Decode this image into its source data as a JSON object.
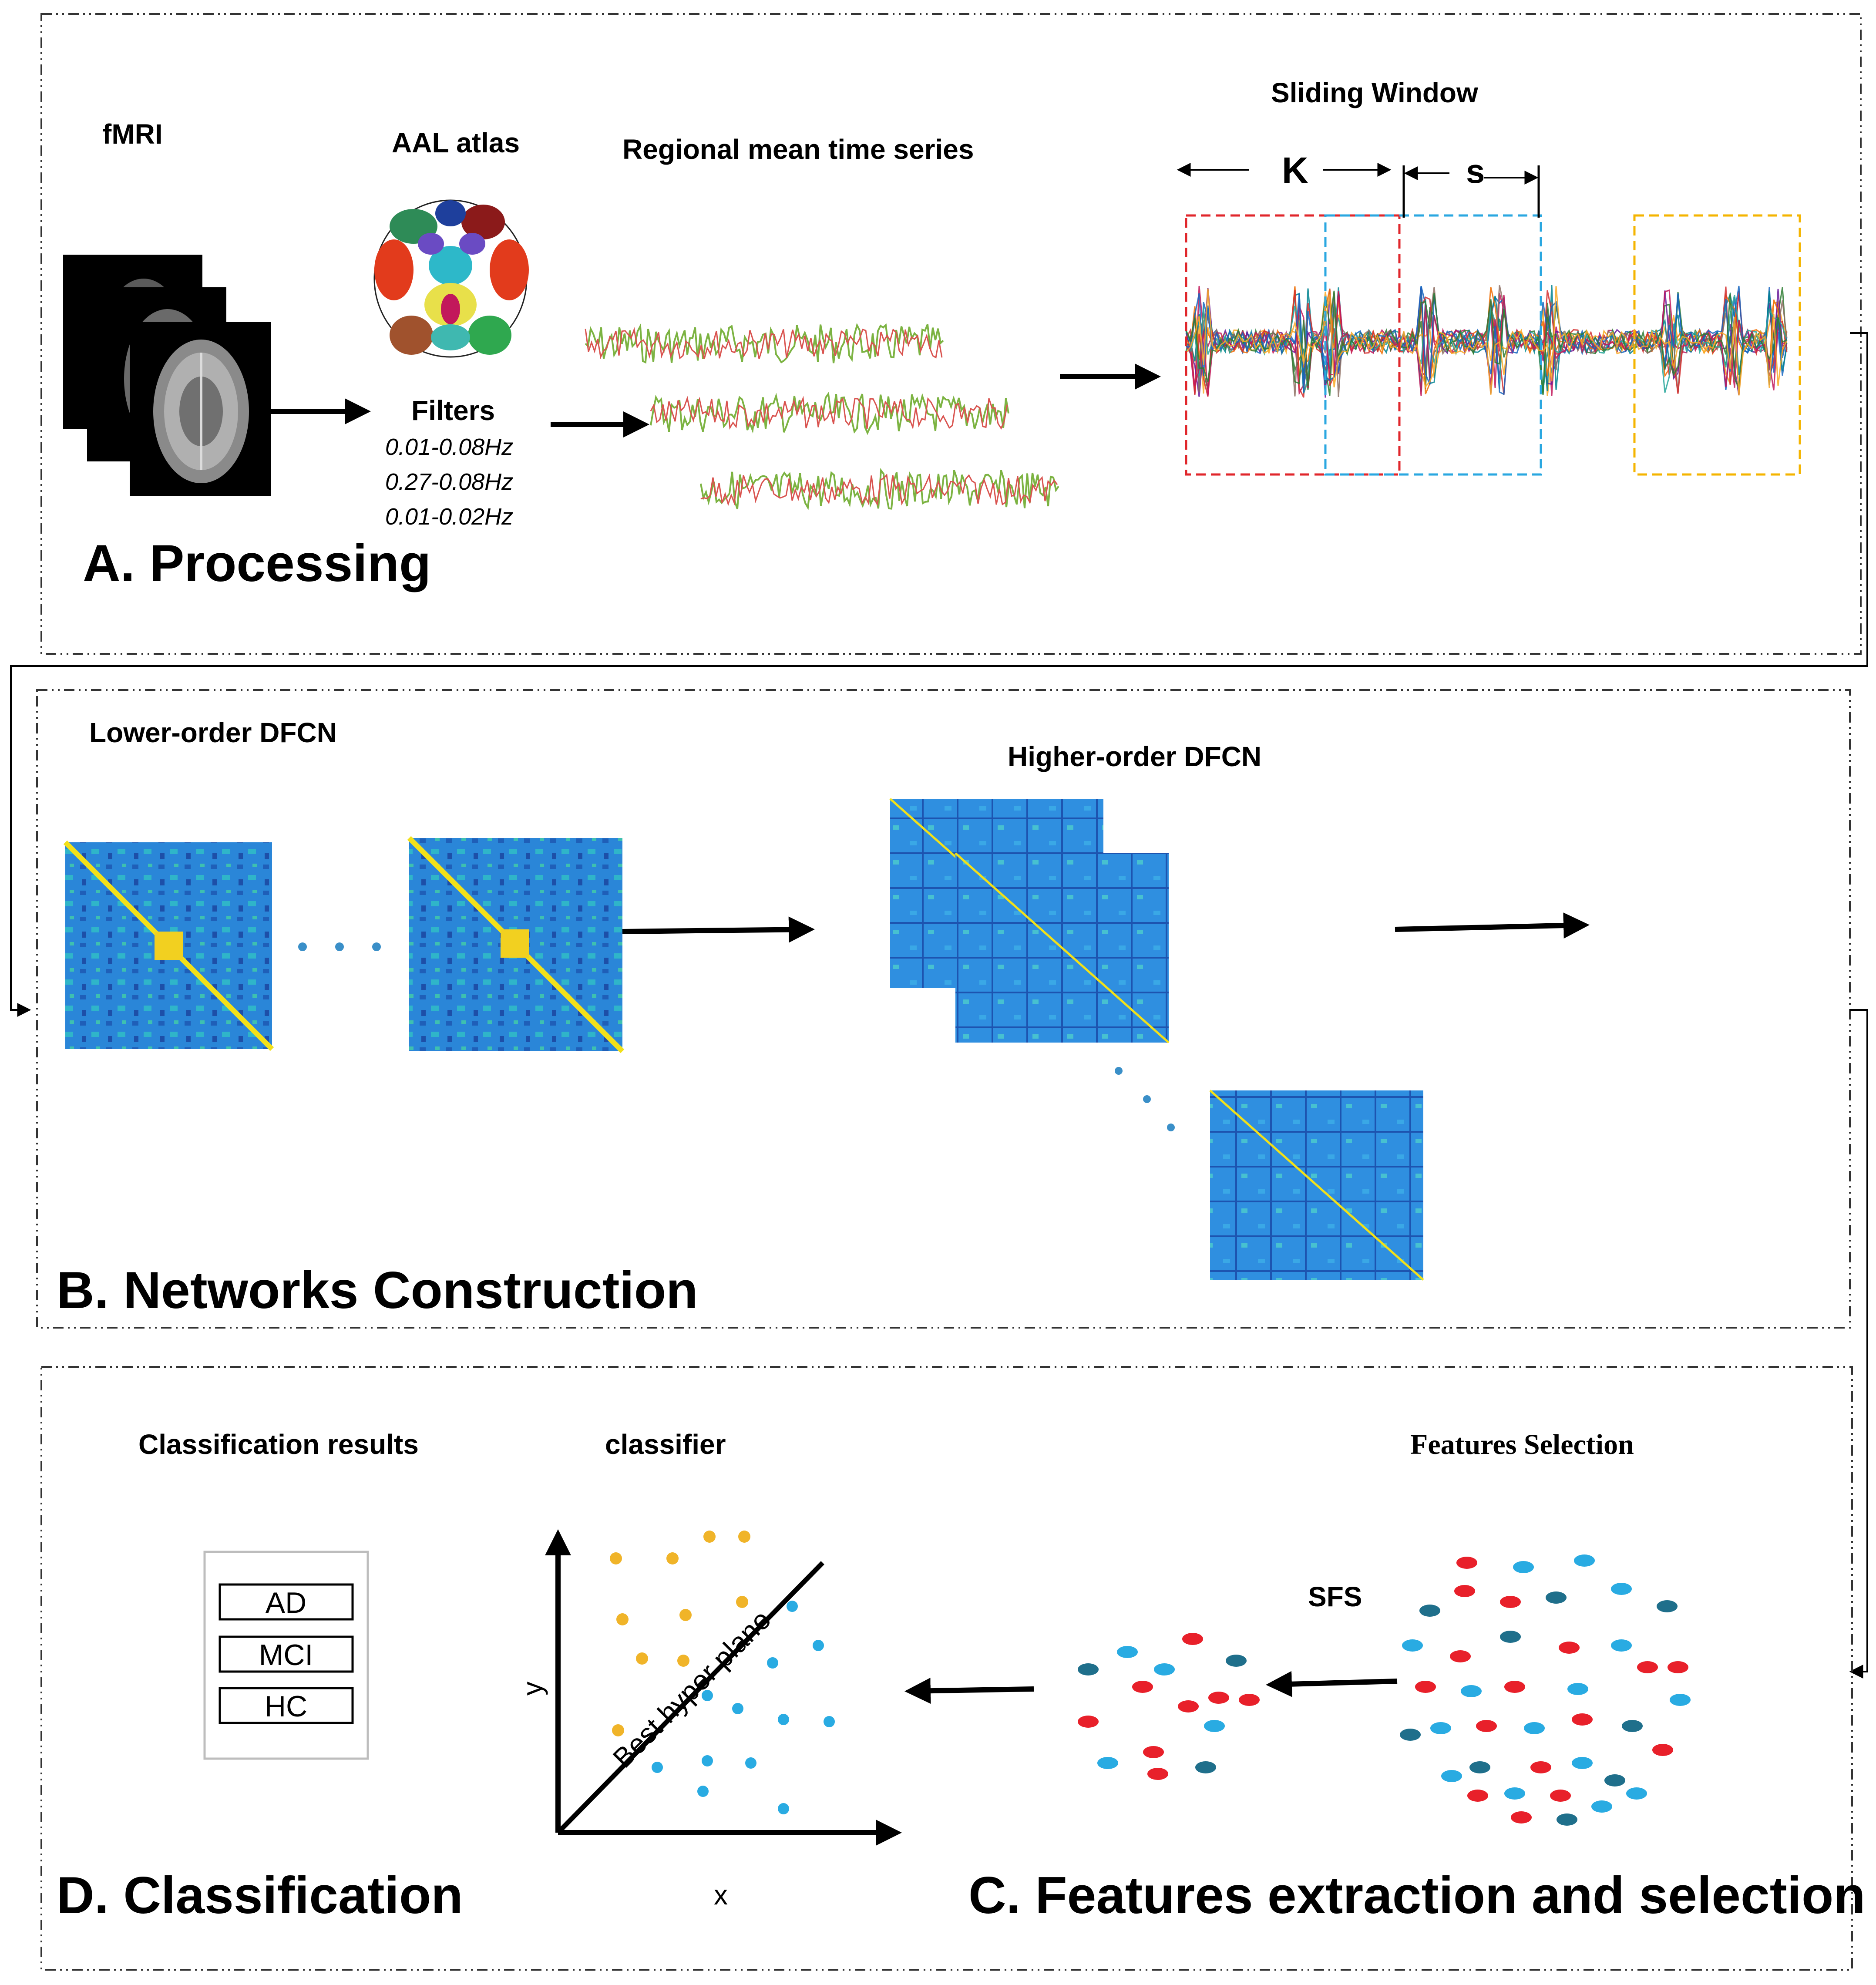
{
  "panels": {
    "processing": {
      "title": "A. Processing",
      "fmri_label": "fMRI",
      "atlas_label": "AAL atlas",
      "filters_label": "Filters",
      "filter_bands": [
        "0.01-0.08Hz",
        "0.27-0.08Hz",
        "0.01-0.02Hz"
      ],
      "timeseries_label": "Regional mean time series",
      "sliding_window_label": "Sliding Window",
      "window_k_label": "K",
      "window_s_label": "s"
    },
    "networks": {
      "title": "B. Networks Construction",
      "lower_label": "Lower-order DFCN",
      "higher_label": "Higher-order DFCN"
    },
    "features": {
      "title": "C. Features extraction and selection",
      "selection_label": "Features Selection",
      "method_label": "SFS"
    },
    "classification": {
      "title": "D. Classification",
      "results_label": "Classification results",
      "classifier_label": "classifier",
      "classes": [
        "AD",
        "MCI",
        "HC"
      ],
      "x_axis": "x",
      "y_axis": "y",
      "hyperplane_label": "Best hyper plane"
    }
  },
  "colors": {
    "orange_dot": "#f0b429",
    "blue_dot": "#29abe2",
    "red_dot": "#e8202a",
    "navy_dot": "#1f6f8b",
    "window_red": "#e0262b",
    "window_blue": "#2aa7e0",
    "window_orange": "#f4b400",
    "matrix_blue": "#2a7fd6",
    "matrix_diag": "#f2e019"
  }
}
